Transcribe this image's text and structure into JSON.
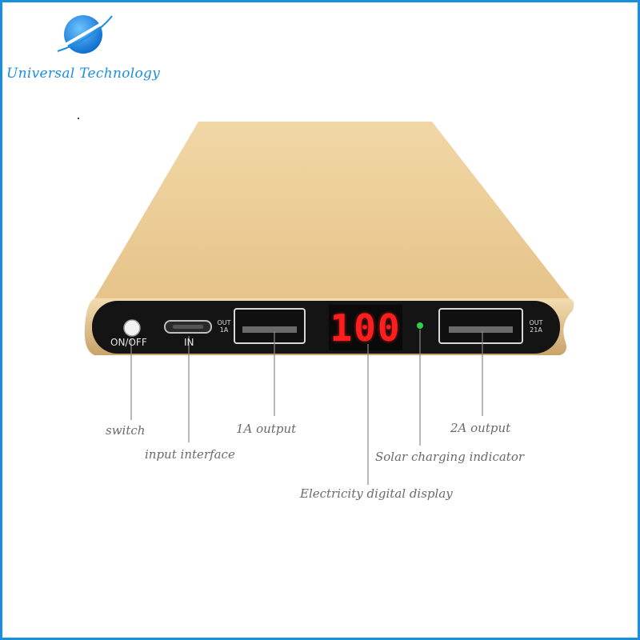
{
  "brand": {
    "name": "Universal Technology",
    "color": "#1a8fe0"
  },
  "device": {
    "body_color": "#e9c98f",
    "button_label": "ON/OFF",
    "input_label": "IN",
    "port_left_label": "OUT\n1A",
    "port_right_label": "OUT\n21A",
    "display_value": "100",
    "display_color": "#ff1e1e",
    "indicator_color": "#2fcf4a"
  },
  "callouts": {
    "switch": "switch",
    "input": "input interface",
    "output_1a": "1A output",
    "output_2a": "2A output",
    "solar": "Solar charging indicator",
    "display": "Electricity digital display"
  }
}
